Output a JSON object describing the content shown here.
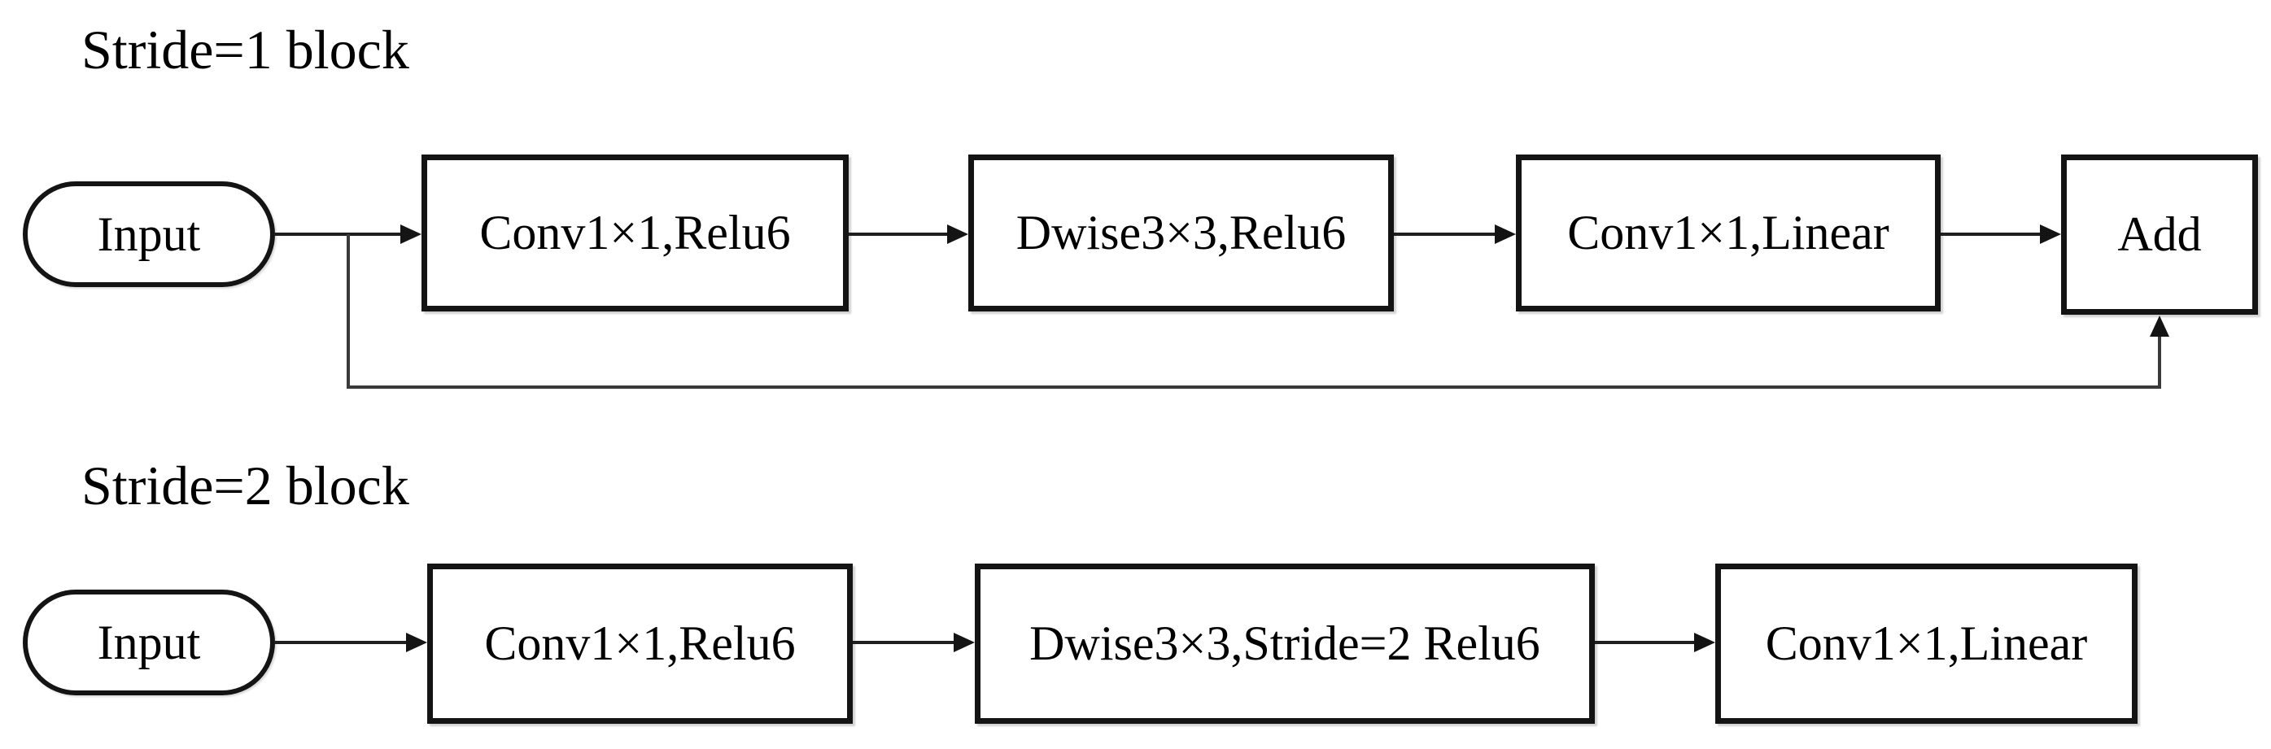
{
  "stride1": {
    "title": "Stride=1 block",
    "input_label": "Input",
    "boxes": [
      "Conv1×1,Relu6",
      "Dwise3×3,Relu6",
      "Conv1×1,Linear"
    ],
    "add_label": "Add"
  },
  "stride2": {
    "title": "Stride=2 block",
    "input_label": "Input",
    "boxes": [
      "Conv1×1,Relu6",
      "Dwise3×3,Stride=2 Relu6",
      "Conv1×1,Linear"
    ]
  },
  "colors": {
    "background": "#ffffff",
    "text": "#000000",
    "box_border": "#141414",
    "connector_line": "#1f1f1f",
    "skip_line": "#3a3a3a"
  }
}
